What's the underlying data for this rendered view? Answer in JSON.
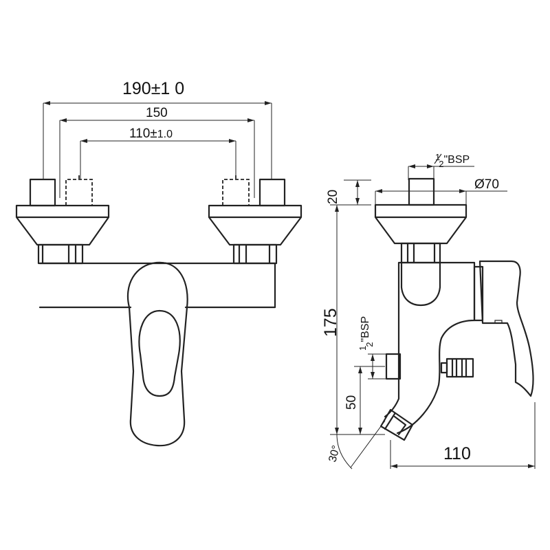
{
  "front_view": {
    "dims": {
      "overall": "190±1 0",
      "inlet_spacing": "150",
      "centre_spacing_base": "110±",
      "centre_spacing_tol": "1.0"
    }
  },
  "side_view": {
    "dims": {
      "inlet_thread_num": "1",
      "inlet_thread_den": "2",
      "inlet_thread_unit": "\"BSP",
      "flange_diameter": "Ø70",
      "flange_height": "20",
      "height": "175",
      "outlet_thread_num": "1",
      "outlet_thread_den": "2",
      "outlet_thread_unit": "\"BSP",
      "spout_height": "50",
      "spout_angle": "30°",
      "projection": "110"
    }
  }
}
